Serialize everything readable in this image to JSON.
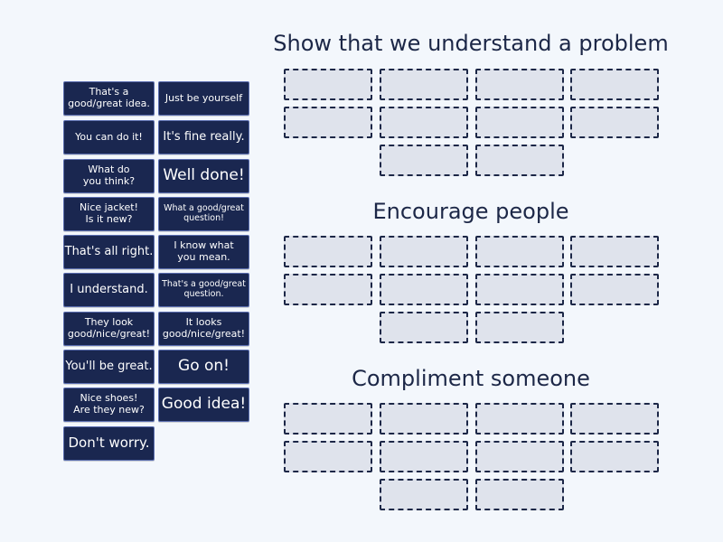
{
  "cards": [
    "That's a\ngood/great idea.",
    "Just be yourself",
    "You can do it!",
    "It's fine really.",
    "What do\nyou think?",
    "Well done!",
    "Nice jacket!\nIs it new?",
    "What a good/great\nquestion!",
    "That's all right.",
    "I know what\nyou mean.",
    "I understand.",
    "That's a good/great\nquestion.",
    "They look\ngood/nice/great!",
    "It looks\ngood/nice/great!",
    "You'll be great.",
    "Go on!",
    "Nice shoes!\nAre they new?",
    "Good idea!",
    "Don't worry."
  ],
  "groups": [
    {
      "title": "Show that we understand a problem"
    },
    {
      "title": "Encourage people"
    },
    {
      "title": "Compliment someone"
    }
  ]
}
